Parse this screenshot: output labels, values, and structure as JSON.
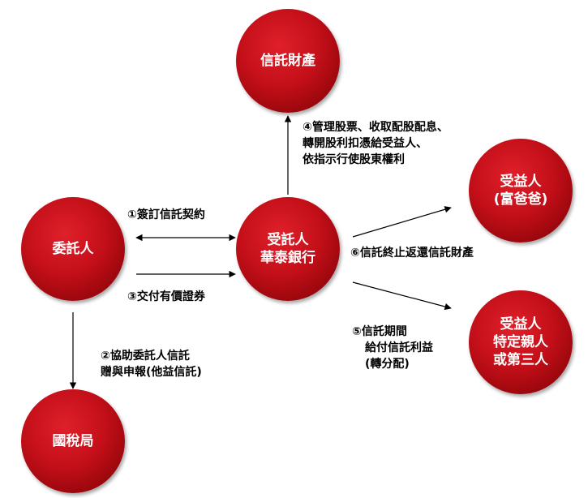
{
  "nodes": {
    "trust_property": [
      "信託財產"
    ],
    "settlor": [
      "委託人"
    ],
    "trustee": [
      "受託人",
      "華泰銀行"
    ],
    "beneficiary_parent": [
      "受益人",
      "(富爸爸)"
    ],
    "beneficiary_other": [
      "受益人",
      "特定親人",
      "或第三人"
    ],
    "tax_bureau": [
      "國稅局"
    ]
  },
  "labels": {
    "step1": [
      "①簽訂信託契約"
    ],
    "step2": [
      "②協助委託人信託",
      "贈與申報(他益信託)"
    ],
    "step3": [
      "③交付有價證券"
    ],
    "step4": [
      "④管理股票、收取配股配息、",
      "轉開股利扣憑給受益人、",
      "依指示行使股東權利"
    ],
    "step5": [
      "⑤信託期間",
      "給付信託利益",
      "(轉分配)"
    ],
    "step6": [
      "⑥信託終止返還信託財產"
    ]
  },
  "colors": {
    "node_fill": "#c30f19",
    "node_text": "#ffffff",
    "arrow": "#000000"
  }
}
